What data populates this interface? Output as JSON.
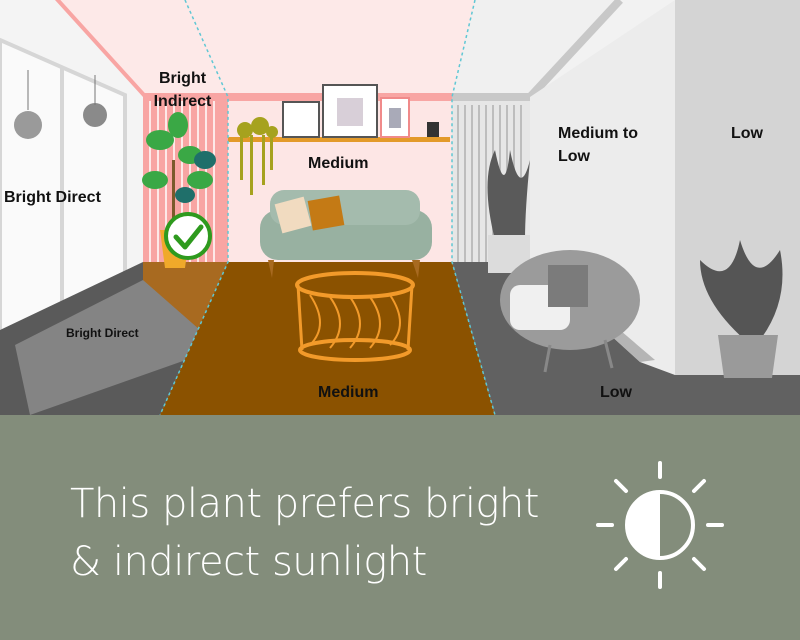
{
  "illustration": {
    "zones": {
      "bright_direct_wall": "Bright Direct",
      "bright_direct_floor": "Bright Direct",
      "bright_indirect": "Bright Indirect",
      "medium_wall": "Medium",
      "medium_floor": "Medium",
      "medium_to_low": "Medium to Low",
      "low_wall": "Low",
      "low_floor": "Low"
    },
    "check_icon": "checkmark-circle-icon",
    "colors": {
      "highlight": "#f8a5a3",
      "floor_medium": "#8b5200",
      "check": "#2e9a1e"
    }
  },
  "banner": {
    "line1": "This plant prefers bright",
    "line2": "& indirect sunlight",
    "icon": "sun-half-icon",
    "background": "#838d7b"
  }
}
